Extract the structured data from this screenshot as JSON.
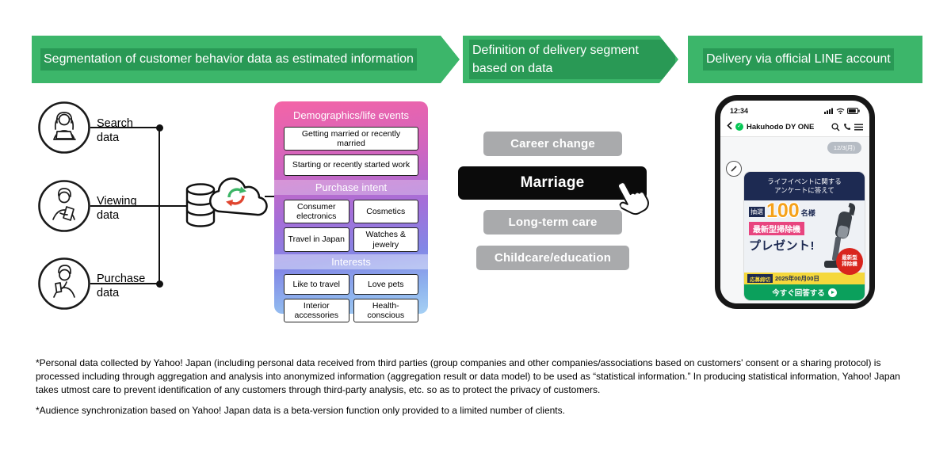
{
  "banners": {
    "step1": "Segmentation of customer behavior data as estimated information",
    "step2": "Definition of delivery segment based on data",
    "step3": "Delivery via official LINE account"
  },
  "data_sources": {
    "search": "Search data",
    "viewing": "Viewing data",
    "purchase": "Purchase data"
  },
  "attribute_card": {
    "demographics": {
      "title": "Demographics/life events",
      "items": [
        "Getting married or recently married",
        "Starting or recently started work"
      ]
    },
    "purchase_intent": {
      "title": "Purchase intent",
      "items": [
        "Consumer electronics",
        "Cosmetics",
        "Travel in Japan",
        "Watches & jewelry"
      ]
    },
    "interests": {
      "title": "Interests",
      "items": [
        "Like to travel",
        "Love pets",
        "Interior accessories",
        "Health-conscious"
      ]
    }
  },
  "delivery_segments": {
    "career_change": "Career change",
    "marriage": "Marriage",
    "long_term_care": "Long-term care",
    "childcare": "Childcare/education",
    "selected": "Marriage"
  },
  "phone": {
    "time": "12:34",
    "account_name": "Hakuhodo DY ONE",
    "date_chip": "12/3(月)",
    "ad": {
      "headline1": "ライフイベントに関する",
      "headline2": "アンケートに答えて",
      "lottery_label": "抽選",
      "winners_number": "100",
      "winners_suffix": "名様",
      "prize_name": "最新型掃除機",
      "present_text": "プレゼント!",
      "deadline_label": "応募締切",
      "deadline_value": "2025年00月00日",
      "badge_line1": "最新型",
      "badge_line2": "掃除機",
      "cta_text": "今すぐ回答する"
    }
  },
  "footnotes": {
    "note1": "*Personal data collected by Yahoo! Japan (including personal data received from third parties (group companies and other companies/associations based on customers' consent or a sharing protocol) is processed including through aggregation and analysis into anonymized information (aggregation result or data model) to be used as “statistical information.” In producing statistical information, Yahoo! Japan takes utmost care to prevent identification of any customers through third-party analysis, etc. so as to protect the privacy of customers.",
    "note2": "*Audience synchronization based on Yahoo! Japan data is a beta-version function only provided to a limited number of clients."
  },
  "icons": {
    "search-icon": "magnifier",
    "call-icon": "phone",
    "menu-icon": "hamburger",
    "back-icon": "chevron-left",
    "verified-badge-icon": "check",
    "signal-icon": "cellular-bars",
    "wifi-icon": "wifi",
    "battery-icon": "battery",
    "hand-cursor-icon": "pointing-hand",
    "cloud-sync-icon": "cloud-refresh",
    "database-icon": "cylinder-stack",
    "cta-arrow-icon": "play-circle"
  },
  "colors": {
    "banner_green": "#3cb66a",
    "segment_gray": "#a9aaac",
    "segment_selected_black": "#0b0b0b",
    "card_gradient_top": "#f464a6",
    "card_gradient_mid": "#a46fd9",
    "card_gradient_bottom": "#a5d0f4",
    "line_verified_green": "#06c755",
    "ad_navy": "#1d2a52",
    "ad_orange": "#f5a21b",
    "ad_pink": "#e8457f",
    "ad_yellow": "#f5d83c",
    "ad_red": "#d9251d",
    "ad_cta_green": "#0ba05c"
  }
}
